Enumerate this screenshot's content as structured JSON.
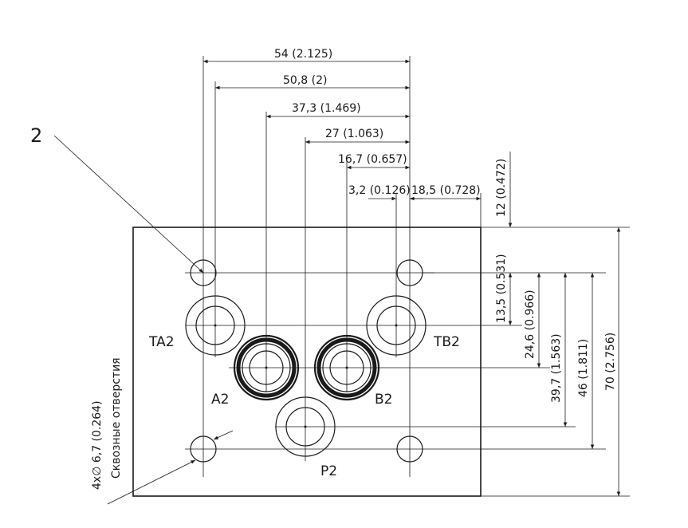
{
  "callout": "2",
  "ports": {
    "ta2": "TA2",
    "tb2": "TB2",
    "a2": "A2",
    "b2": "B2",
    "p2": "P2"
  },
  "horizontal_dims": {
    "d54": "54 (2.125)",
    "d50_8": "50,8 (2)",
    "d37_3": "37,3 (1.469)",
    "d27": "27 (1.063)",
    "d16_7": "16,7 (0.657)",
    "d3_2": "3,2 (0.126)",
    "d18_5": "18,5 (0.728)"
  },
  "vertical_dims": {
    "d12": "12 (0.472)",
    "d13_5": "13,5 (0.531)",
    "d24_6": "24,6 (0.966)",
    "d39_7": "39,7 (1.563)",
    "d46": "46 (1.811)",
    "d70": "70 (2.756)"
  },
  "hole_note": {
    "size": "4x∅ 6,7 (0.264)",
    "description": "Сквозные отверстия"
  }
}
